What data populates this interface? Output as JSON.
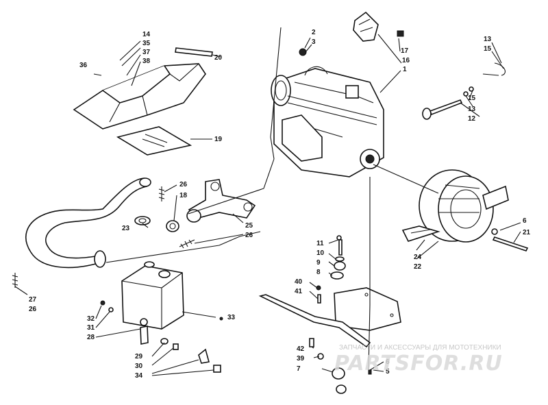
{
  "diagram": {
    "callouts": [
      {
        "id": "14",
        "label": "14"
      },
      {
        "id": "35",
        "label": "35"
      },
      {
        "id": "37",
        "label": "37"
      },
      {
        "id": "38",
        "label": "38"
      },
      {
        "id": "20",
        "label": "20"
      },
      {
        "id": "36",
        "label": "36"
      },
      {
        "id": "19",
        "label": "19"
      },
      {
        "id": "2",
        "label": "2"
      },
      {
        "id": "3",
        "label": "3"
      },
      {
        "id": "17",
        "label": "17"
      },
      {
        "id": "16",
        "label": "16"
      },
      {
        "id": "1",
        "label": "1"
      },
      {
        "id": "13a",
        "label": "13"
      },
      {
        "id": "15a",
        "label": "15"
      },
      {
        "id": "15b",
        "label": "15"
      },
      {
        "id": "13b",
        "label": "13"
      },
      {
        "id": "12",
        "label": "12"
      },
      {
        "id": "26a",
        "label": "26"
      },
      {
        "id": "18",
        "label": "18"
      },
      {
        "id": "23",
        "label": "23"
      },
      {
        "id": "25",
        "label": "25"
      },
      {
        "id": "26b",
        "label": "26"
      },
      {
        "id": "27",
        "label": "27"
      },
      {
        "id": "26c",
        "label": "26"
      },
      {
        "id": "11",
        "label": "11"
      },
      {
        "id": "10",
        "label": "10"
      },
      {
        "id": "9",
        "label": "9"
      },
      {
        "id": "8",
        "label": "8"
      },
      {
        "id": "40",
        "label": "40"
      },
      {
        "id": "41",
        "label": "41"
      },
      {
        "id": "24",
        "label": "24"
      },
      {
        "id": "22",
        "label": "22"
      },
      {
        "id": "6a",
        "label": "6"
      },
      {
        "id": "21",
        "label": "21"
      },
      {
        "id": "32",
        "label": "32"
      },
      {
        "id": "31",
        "label": "31"
      },
      {
        "id": "28",
        "label": "28"
      },
      {
        "id": "33",
        "label": "33"
      },
      {
        "id": "29",
        "label": "29"
      },
      {
        "id": "30",
        "label": "30"
      },
      {
        "id": "34",
        "label": "34"
      },
      {
        "id": "42",
        "label": "42"
      },
      {
        "id": "39",
        "label": "39"
      },
      {
        "id": "7",
        "label": "7"
      },
      {
        "id": "6b",
        "label": "6"
      },
      {
        "id": "5",
        "label": "5"
      }
    ]
  },
  "watermark": {
    "logo_text": "PARTSFOR.RU",
    "tagline": "ЗАПЧАСТИ И АКСЕССУАРЫ ДЛЯ МОТОТЕХНИКИ"
  }
}
